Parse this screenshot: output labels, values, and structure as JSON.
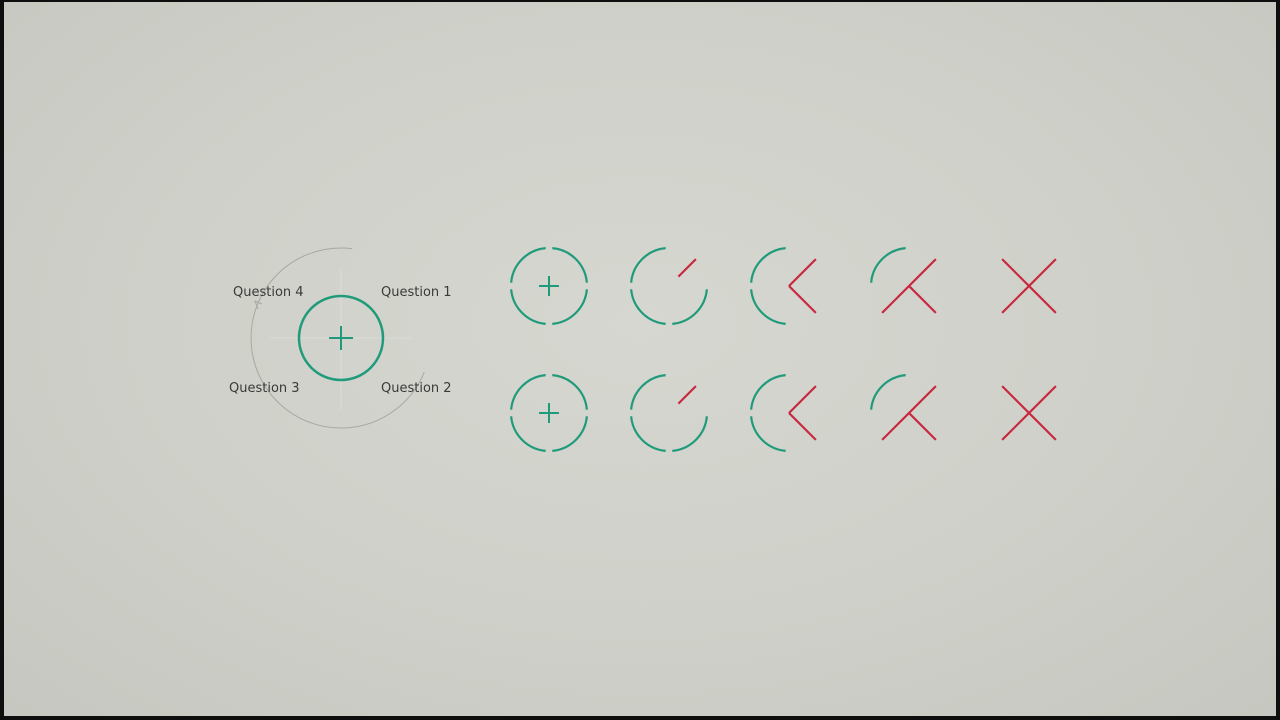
{
  "legend": {
    "labels": [
      {
        "id": "q4",
        "text": "Question 4"
      },
      {
        "id": "q1",
        "text": "Question 1"
      },
      {
        "id": "q3",
        "text": "Question 3"
      },
      {
        "id": "q2",
        "text": "Question 2"
      }
    ]
  },
  "colors": {
    "correct": "#1f9a7a",
    "incorrect": "#c8283e",
    "guide": "#a7a8a3",
    "text": "#3a3a3a"
  },
  "progression": {
    "quadrants_total": 4,
    "rows": [
      {
        "steps": [
          {
            "incorrect_quadrants": 0
          },
          {
            "incorrect_quadrants": 1
          },
          {
            "incorrect_quadrants": 2
          },
          {
            "incorrect_quadrants": 3
          },
          {
            "incorrect_quadrants": 4
          }
        ]
      },
      {
        "steps": [
          {
            "incorrect_quadrants": 0
          },
          {
            "incorrect_quadrants": 1
          },
          {
            "incorrect_quadrants": 2
          },
          {
            "incorrect_quadrants": 3
          },
          {
            "incorrect_quadrants": 4
          }
        ]
      }
    ]
  }
}
